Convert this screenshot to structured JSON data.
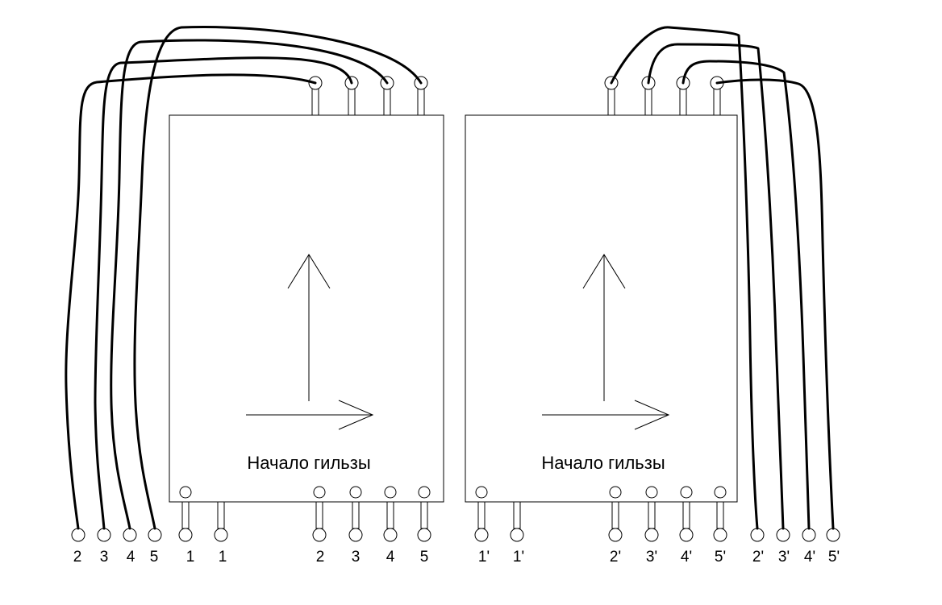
{
  "colors": {
    "stroke": "#000000",
    "background": "#ffffff"
  },
  "panels": [
    {
      "caption": "Начало гильзы",
      "bottom_labels": [
        "1",
        "1",
        "2",
        "3",
        "4",
        "5"
      ],
      "outer_labels": [
        "2",
        "3",
        "4",
        "5"
      ]
    },
    {
      "caption": "Начало гильзы",
      "bottom_labels": [
        "1'",
        "1'",
        "2'",
        "3'",
        "4'",
        "5'"
      ],
      "outer_labels": [
        "2'",
        "3'",
        "4'",
        "5'"
      ]
    }
  ]
}
